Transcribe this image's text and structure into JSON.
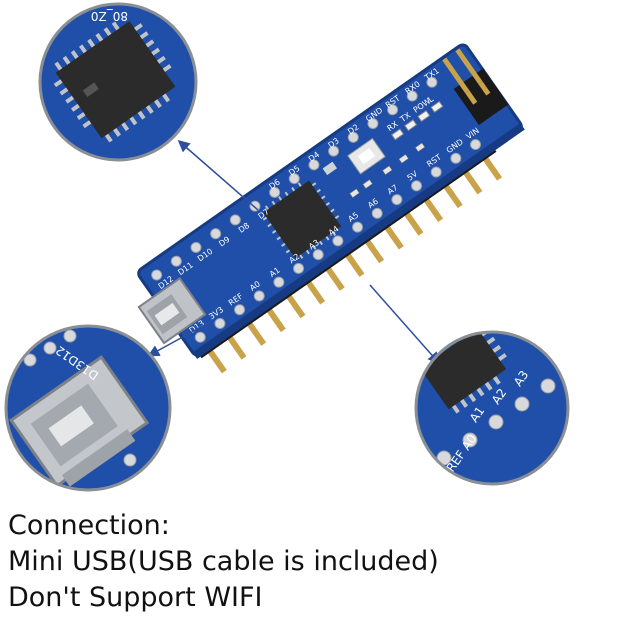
{
  "caption": {
    "lines": [
      "Connection:",
      "Mini USB(USB cable is included)",
      "Don't Support WIFI"
    ]
  },
  "board_labels": {
    "chip_top": "80_Z0",
    "tx": "TX1",
    "rx0": "RX0",
    "rst": "RST",
    "gnd": "GND",
    "d2": "D2",
    "d3": "D3",
    "d4": "D4",
    "d5": "D5",
    "d6": "D6",
    "rx": "RX",
    "tx_led": "TX",
    "pow": "POW",
    "l": "L",
    "vin": "VIN",
    "gnd2": "GND",
    "rst2": "RST",
    "v5": "5V",
    "a7": "A7",
    "a6": "A6",
    "a5": "A5",
    "a4": "A4",
    "a3": "A3",
    "a2": "A2",
    "a1": "A1",
    "a0": "A0",
    "ref": "REF",
    "v3": "3V3",
    "d13": "D13",
    "d12": "D12",
    "d11": "D11",
    "d10": "D10",
    "d9": "D9",
    "d8": "D8",
    "d7": "D7",
    "zoom_usb_label": "D13D12",
    "zoom_right_a3": "A3",
    "zoom_right_a2": "A2",
    "zoom_right_a1": "A1",
    "zoom_right_ref": "REF A0"
  },
  "colors": {
    "pcb": "#1f4fa8",
    "pcb_dark": "#173b82",
    "chip": "#2b2b2b",
    "pin_gold": "#c9a24a",
    "silver": "#bfc3c8",
    "arrow": "#2e4f9e",
    "circle_border": "#8a8f96"
  }
}
